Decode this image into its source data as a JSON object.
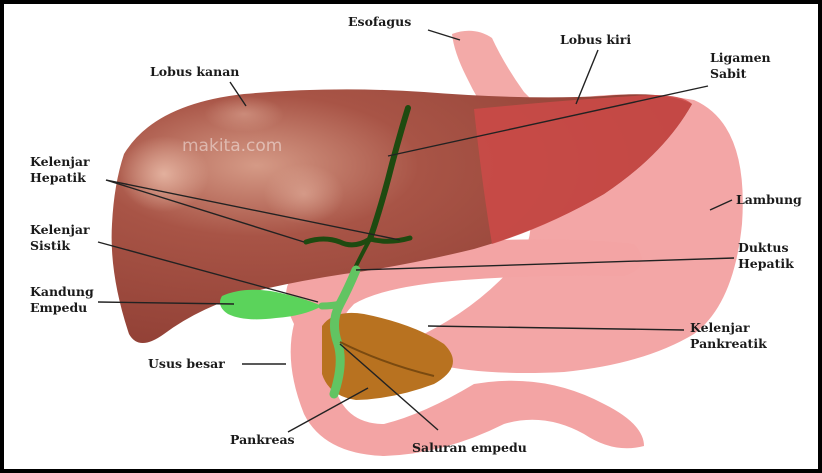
{
  "watermark": "makita.com",
  "labels": {
    "esofagus": "Esofagus",
    "lobus_kiri": "Lobus kiri",
    "lobus_kanan": "Lobus kanan",
    "ligamen_sabit": "Ligamen\nSabit",
    "kelenjar_hepatik": "Kelenjar\nHepatik",
    "lambung": "Lambung",
    "kelenjar_sistik": "Kelenjar\nSistik",
    "duktus_hepatik": "Duktus\nHepatik",
    "kandung_empedu": "Kandung\nEmpedu",
    "kelenjar_pankreatik": "Kelenjar\nPankreatik",
    "usus_besar": "Usus besar",
    "pankreas": "Pankreas",
    "saluran_empedu": "Saluran empedu"
  },
  "colors": {
    "liver": "#a34a3e",
    "liver_left": "#c84545",
    "stomach": "#f2a3a3",
    "gallbladder": "#5fd35f",
    "ducts": "#1f4a12",
    "pancreas": "#b5701f"
  }
}
